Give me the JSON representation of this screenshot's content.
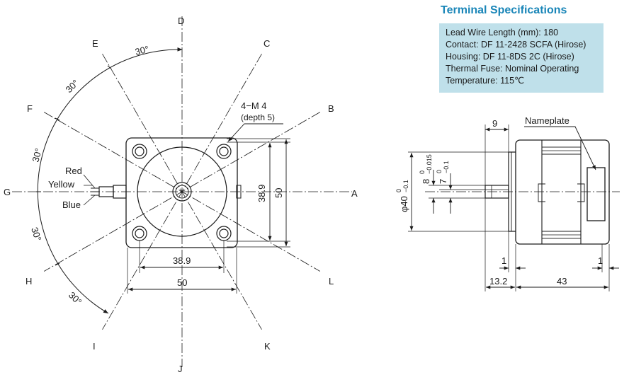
{
  "spec": {
    "title": "Terminal Specifications",
    "lines": [
      "Lead Wire Length (mm): 180",
      "Contact: DF 11-2428 SCFA (Hirose)",
      "Housing: DF 11-8DS 2C (Hirose)",
      "Thermal Fuse: Nominal Operating",
      "Temperature: 115℃"
    ]
  },
  "front_view": {
    "axis_labels": {
      "A": "A",
      "B": "B",
      "C": "C",
      "D": "D",
      "E": "E",
      "F": "F",
      "G": "G",
      "H": "H",
      "I": "I",
      "J": "J",
      "K": "K",
      "L": "L"
    },
    "angle_label": "30°",
    "screw_note": "4−M 4",
    "screw_depth": "(depth 5)",
    "wire_labels": {
      "red": "Red",
      "yellow": "Yellow",
      "blue": "Blue"
    },
    "dim_pitch": "38.9",
    "dim_width": "50"
  },
  "side_view": {
    "dim_9": "9",
    "nameplate": "Nameplate",
    "shaft_8": "8",
    "shaft_8_tol_upper": "0",
    "shaft_8_tol_lower": "−0.015",
    "shaft_7": "7",
    "shaft_7_tol_upper": "0",
    "shaft_7_tol_lower": "−0.1",
    "pilot_dia": "φ40",
    "pilot_tol_upper": "0",
    "pilot_tol_lower": "−0.1",
    "dim_1_left": "1",
    "dim_1_right": "1",
    "dim_13_2": "13.2",
    "dim_43": "43"
  }
}
